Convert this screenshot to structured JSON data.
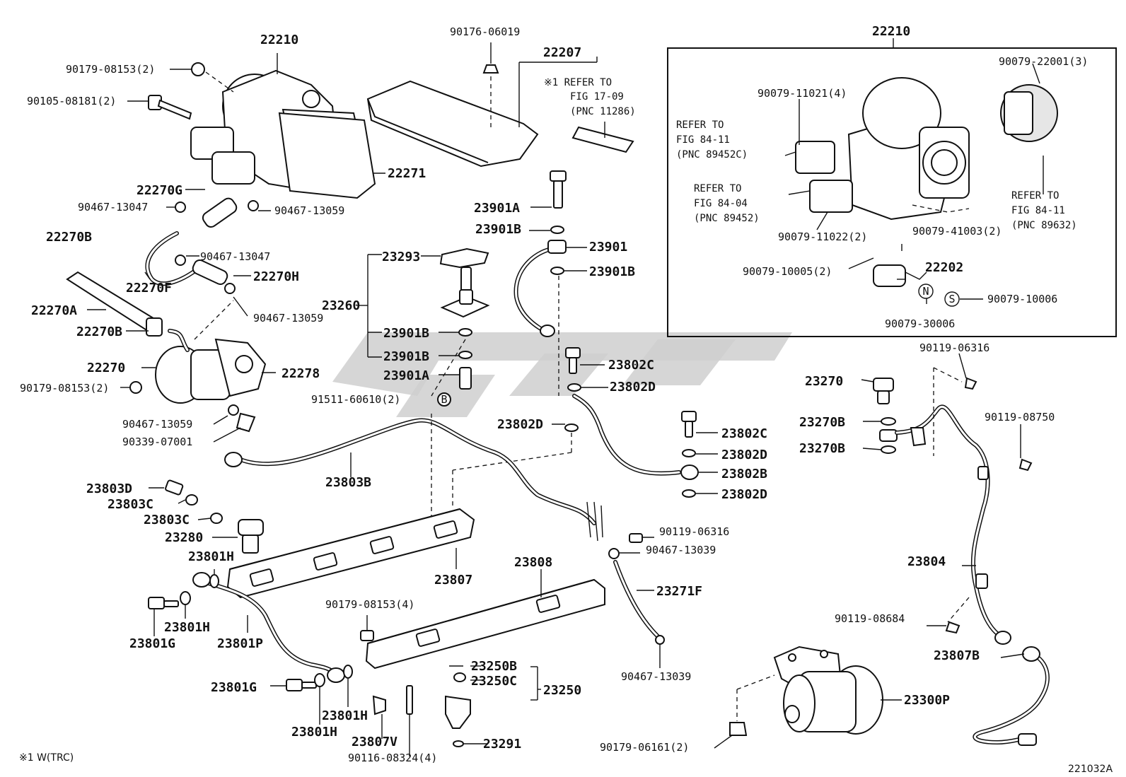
{
  "diagram": {
    "drawing_number": "221032A",
    "footnote": "※1  W(TRC)",
    "inset": {
      "title": "22210",
      "labels": {
        "l90079_22001": "90079-22001(3)",
        "l90079_11021": "90079-11021(4)",
        "ref_a_1": "REFER TO",
        "ref_a_2": "FIG 84-11",
        "ref_a_3": "(PNC 89452C)",
        "ref_b_1": "REFER TO",
        "ref_b_2": "FIG 84-04",
        "ref_b_3": "(PNC 89452)",
        "ref_c_1": "REFER TO",
        "ref_c_2": "FIG 84-11",
        "ref_c_3": "(PNC 89632)",
        "l90079_11022": "90079-11022(2)",
        "l90079_41003": "90079-41003(2)",
        "l90079_10005": "90079-10005(2)",
        "l22202": "22202",
        "l90079_10006": "90079-10006",
        "l90079_30006": "90079-30006",
        "sym_s": "S",
        "sym_n": "N"
      }
    },
    "labels": {
      "l22210": "22210",
      "l90179_08153_a": "90179-08153(2)",
      "l90105_08181": "90105-08181(2)",
      "l22271": "22271",
      "l22270G": "22270G",
      "l90467_13047_a": "90467-13047",
      "l90467_13059_a": "90467-13059",
      "l22270B_a": "22270B",
      "l90467_13047_b": "90467-13047",
      "l22270H": "22270H",
      "l22270F": "22270F",
      "l22270A": "22270A",
      "l90467_13059_b": "90467-13059",
      "l22270B_b": "22270B",
      "l22270": "22270",
      "l22278": "22278",
      "l90179_08153_b": "90179-08153(2)",
      "l90467_13059_c": "90467-13059",
      "l90339_07001": "90339-07001",
      "l90176_06019": "90176-06019",
      "l22207": "22207",
      "ref1_1": "※1 REFER TO",
      "ref1_2": "FIG 17-09",
      "ref1_3": "(PNC 11286)",
      "l23901A": "23901A",
      "l23901B_a": "23901B",
      "l23901": "23901",
      "l23901B_b": "23901B",
      "l23293": "23293",
      "l23260": "23260",
      "l23901B_c": "23901B",
      "l23901B_d": "23901B",
      "l23901A_b": "23901A",
      "l91511_60610": "91511-60610(2)",
      "sym_b": "B",
      "l23802C_a": "23802C",
      "l23802D_a": "23802D",
      "l23802D_b": "23802D",
      "l23802C_b": "23802C",
      "l23802D_c": "23802D",
      "l23802B": "23802B",
      "l23802D_d": "23802D",
      "l23803B": "23803B",
      "l23803D": "23803D",
      "l23803C_a": "23803C",
      "l23803C_b": "23803C",
      "l23280": "23280",
      "l23801H_a": "23801H",
      "l23807": "23807",
      "l90119_06316_a": "90119-06316",
      "l90467_13039_a": "90467-13039",
      "l23808": "23808",
      "l23271F": "23271F",
      "l23801H_b": "23801H",
      "l23801G_a": "23801G",
      "l23801P": "23801P",
      "l90179_08153_c": "90179-08153(4)",
      "l23250B": "23250B",
      "l23250C": "23250C",
      "l23250": "23250",
      "l90467_13039_b": "90467-13039",
      "l23801G_b": "23801G",
      "l23801H_c": "23801H",
      "l23801H_d": "23801H",
      "l23807V": "23807V",
      "l90116_08324": "90116-08324(4)",
      "l23291": "23291",
      "l23270": "23270",
      "l23270B_a": "23270B",
      "l23270B_b": "23270B",
      "l90119_06316_b": "90119-06316",
      "l90119_08750": "90119-08750",
      "l23804": "23804",
      "l90119_08684": "90119-08684",
      "l23807B": "23807B",
      "l23300P": "23300P",
      "l90179_06161": "90179-06161(2)"
    }
  }
}
